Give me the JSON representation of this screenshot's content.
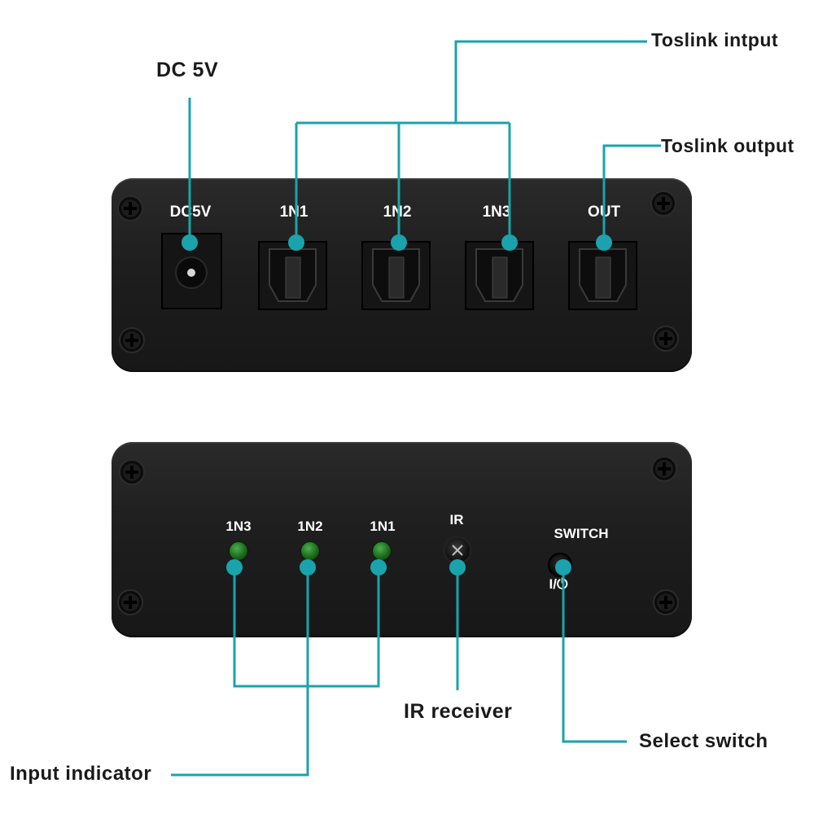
{
  "callouts": {
    "dc5v": "DC 5V",
    "toslink_input": "Toslink intput",
    "toslink_output": "Toslink output",
    "ir_receiver": "IR receiver",
    "select_switch": "Select switch",
    "input_indicator": "Input indicator"
  },
  "back_panel": {
    "labels": [
      "DC5V",
      "1N1",
      "1N2",
      "1N3",
      "OUT"
    ]
  },
  "front_panel": {
    "led_labels": [
      "1N3",
      "1N2",
      "1N1"
    ],
    "ir_label": "IR",
    "switch_label": "SWITCH",
    "switch_symbol": "I/⏻"
  },
  "colors": {
    "leader": "#1aa3ad",
    "panel": "#1e1e1e",
    "led": "#2e7d32"
  }
}
